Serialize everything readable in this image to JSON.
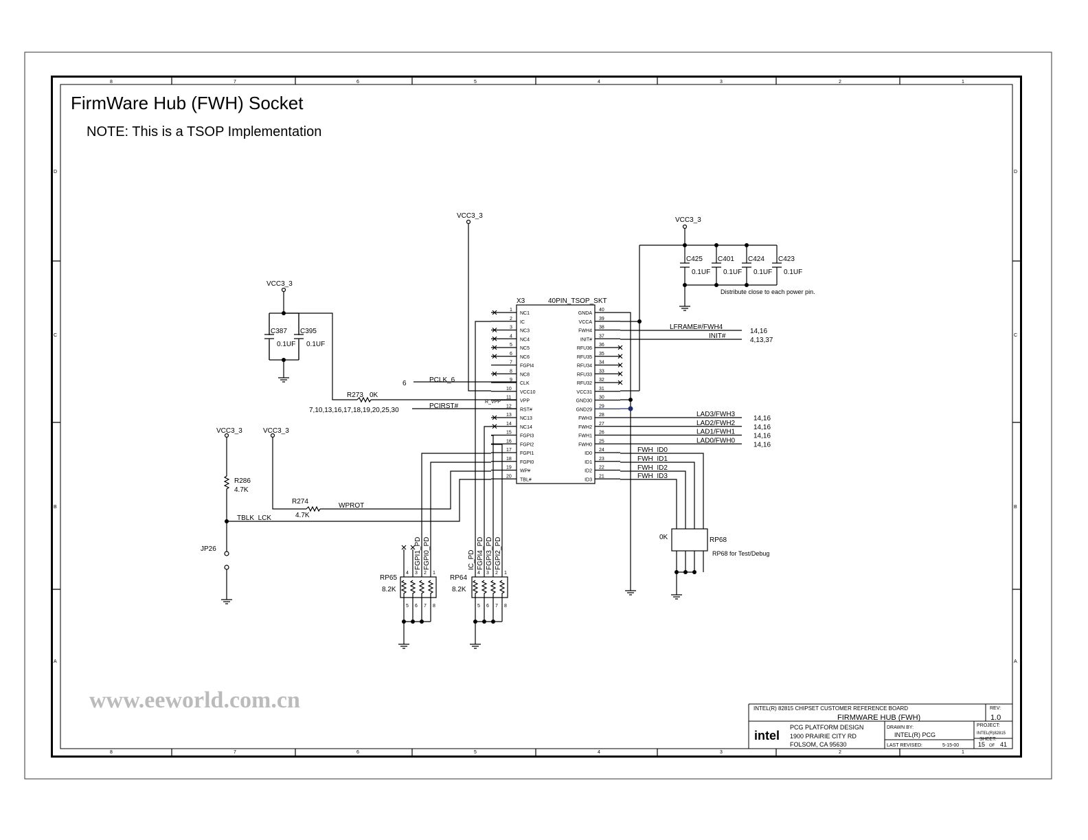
{
  "title": "FirmWare Hub (FWH) Socket",
  "note": "NOTE: This is a TSOP Implementation",
  "watermark": "www.eeworld.com.cn",
  "border": {
    "columns": [
      "8",
      "7",
      "6",
      "5",
      "4",
      "3",
      "2",
      "1"
    ],
    "rows": [
      "D",
      "C",
      "B",
      "A"
    ]
  },
  "chip": {
    "ref": "X3",
    "part": "40PIN_TSOP_SKT",
    "left_pins": [
      {
        "num": "1",
        "name": "NC1"
      },
      {
        "num": "2",
        "name": "IC"
      },
      {
        "num": "3",
        "name": "NC3"
      },
      {
        "num": "4",
        "name": "NC4"
      },
      {
        "num": "5",
        "name": "NC5"
      },
      {
        "num": "6",
        "name": "NC6"
      },
      {
        "num": "7",
        "name": "FGPI4"
      },
      {
        "num": "8",
        "name": "NC8"
      },
      {
        "num": "9",
        "name": "CLK"
      },
      {
        "num": "10",
        "name": "VCC10"
      },
      {
        "num": "11",
        "name": "VPP"
      },
      {
        "num": "12",
        "name": "RST#"
      },
      {
        "num": "13",
        "name": "NC13"
      },
      {
        "num": "14",
        "name": "NC14"
      },
      {
        "num": "15",
        "name": "FGPI3"
      },
      {
        "num": "16",
        "name": "FGPI2"
      },
      {
        "num": "17",
        "name": "FGPI1"
      },
      {
        "num": "18",
        "name": "FGPI0"
      },
      {
        "num": "19",
        "name": "WP#"
      },
      {
        "num": "20",
        "name": "TBL#"
      }
    ],
    "right_pins": [
      {
        "num": "40",
        "name": "GNDA"
      },
      {
        "num": "39",
        "name": "VCCA"
      },
      {
        "num": "38",
        "name": "FWH4"
      },
      {
        "num": "37",
        "name": "INIT#"
      },
      {
        "num": "36",
        "name": "RFU36"
      },
      {
        "num": "35",
        "name": "RFU35"
      },
      {
        "num": "34",
        "name": "RFU34"
      },
      {
        "num": "33",
        "name": "RFU33"
      },
      {
        "num": "32",
        "name": "RFU32"
      },
      {
        "num": "31",
        "name": "VCC31"
      },
      {
        "num": "30",
        "name": "GND30"
      },
      {
        "num": "29",
        "name": "GND29"
      },
      {
        "num": "28",
        "name": "FWH3"
      },
      {
        "num": "27",
        "name": "FWH2"
      },
      {
        "num": "26",
        "name": "FWH1"
      },
      {
        "num": "25",
        "name": "FWH0"
      },
      {
        "num": "24",
        "name": "ID0"
      },
      {
        "num": "23",
        "name": "ID1"
      },
      {
        "num": "22",
        "name": "ID2"
      },
      {
        "num": "21",
        "name": "ID3"
      }
    ],
    "vpp_net": "R_VPP"
  },
  "power": {
    "vcc": "VCC3_3"
  },
  "caps_right": [
    {
      "ref": "C425",
      "value": "0.1UF"
    },
    {
      "ref": "C401",
      "value": "0.1UF"
    },
    {
      "ref": "C424",
      "value": "0.1UF"
    },
    {
      "ref": "C423",
      "value": "0.1UF"
    }
  ],
  "caps_note": "Distribute close to each power pin.",
  "caps_left": [
    {
      "ref": "C387",
      "value": "0.1UF"
    },
    {
      "ref": "C395",
      "value": "0.1UF"
    }
  ],
  "nets": {
    "lframe": "LFRAME#/FWH4",
    "lframe_ref": "14,16",
    "init": "INIT#",
    "init_ref": "4,13,37",
    "pclk": "PCLK_6",
    "pclk_ref": "6",
    "pcirst": "PCIRST#",
    "pcirst_ref": "7,10,13,16,17,18,19,20,25,30",
    "lad": [
      {
        "name": "LAD3/FWH3",
        "ref": "14,16"
      },
      {
        "name": "LAD2/FWH2",
        "ref": "14,16"
      },
      {
        "name": "LAD1/FWH1",
        "ref": "14,16"
      },
      {
        "name": "LAD0/FWH0",
        "ref": "14,16"
      }
    ],
    "ids": [
      "FWH_ID0",
      "FWH_ID1",
      "FWH_ID2",
      "FWH_ID3"
    ],
    "wprot": "WPROT",
    "tblk": "TBLK_LCK"
  },
  "resistors": {
    "r273": {
      "ref": "R273",
      "value": "0K"
    },
    "r274": {
      "ref": "R274",
      "value": "4.7K"
    },
    "r286": {
      "ref": "R286",
      "value": "4.7K"
    }
  },
  "jumper": "JP26",
  "rp65": {
    "ref": "RP65",
    "value": "8.2K",
    "labels": [
      "FGPI1_PD",
      "FGPI0_PD"
    ]
  },
  "rp64": {
    "ref": "RP64",
    "value": "8.2K",
    "labels": [
      "IC_PD",
      "FGPI4_PD",
      "FGPI3_PD",
      "FGPI2_PD"
    ]
  },
  "rp68": {
    "ref": "RP68",
    "value": "0K",
    "note": "RP68 for Test/Debug"
  },
  "rp_pins_top": [
    "4",
    "3",
    "2",
    "1"
  ],
  "rp_pins_bottom": [
    "5",
    "6",
    "7",
    "8"
  ],
  "title_block": {
    "board": "INTEL(R) 82815 CHIPSET CUSTOMER REFERENCE BOARD",
    "sheet_title": "FIRMWARE HUB (FWH)",
    "rev_label": "REV:",
    "rev": "1.0",
    "company_line1": "PCG PLATFORM DESIGN",
    "company_line2": "1900 PRAIRIE CITY RD",
    "company_line3": "FOLSOM, CA 95630",
    "logo": "intel",
    "drawn_by_label": "DRAWN BY:",
    "drawn_by": "INTEL(R) PCG",
    "last_revised_label": "LAST REVISED:",
    "last_revised": "5-15-00",
    "project_label": "PROJECT:",
    "project": "INTEL(R)82815",
    "sheet_label": "SHEET:",
    "sheet": "15",
    "of": "OF",
    "total": "41"
  }
}
